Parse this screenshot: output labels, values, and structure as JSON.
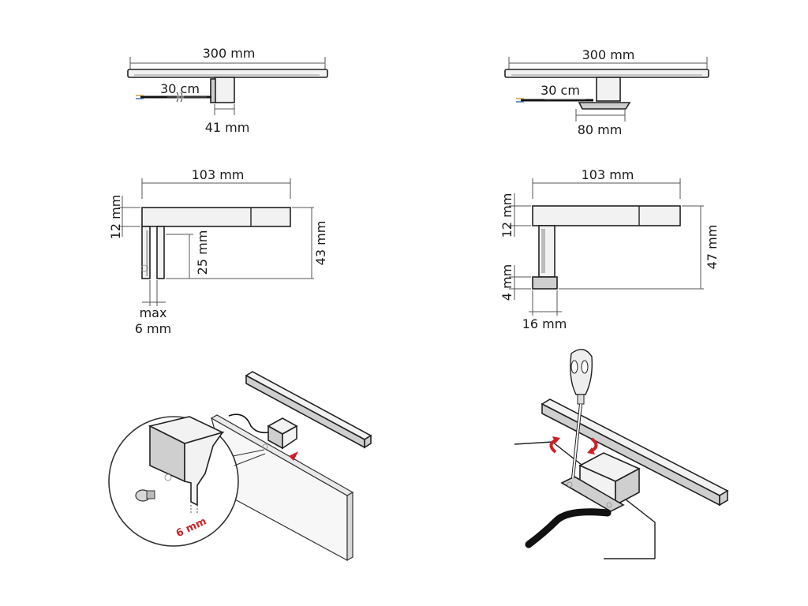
{
  "diagram": {
    "top_left": {
      "length_label": "300 mm",
      "cable_label": "30 cm",
      "bracket_label": "41 mm"
    },
    "top_right": {
      "length_label": "300 mm",
      "cable_label": "30 cm",
      "base_label": "80 mm"
    },
    "mid_left": {
      "depth_label": "103 mm",
      "thickness_label": "12 mm",
      "clip_label": "25 mm",
      "height_label": "43 mm",
      "gap_label_1": "max",
      "gap_label_2": "6 mm"
    },
    "mid_right": {
      "depth_label": "103 mm",
      "thickness_label": "12 mm",
      "base_thickness_label": "4 mm",
      "height_label": "47 mm",
      "base_width_label": "16 mm"
    },
    "bottom_left": {
      "detail_label": "6 mm"
    }
  },
  "colors": {
    "accent": "#d02027",
    "line": "#222222",
    "fill_light": "#f2f2f2",
    "fill_dark": "#cfcfcf"
  }
}
